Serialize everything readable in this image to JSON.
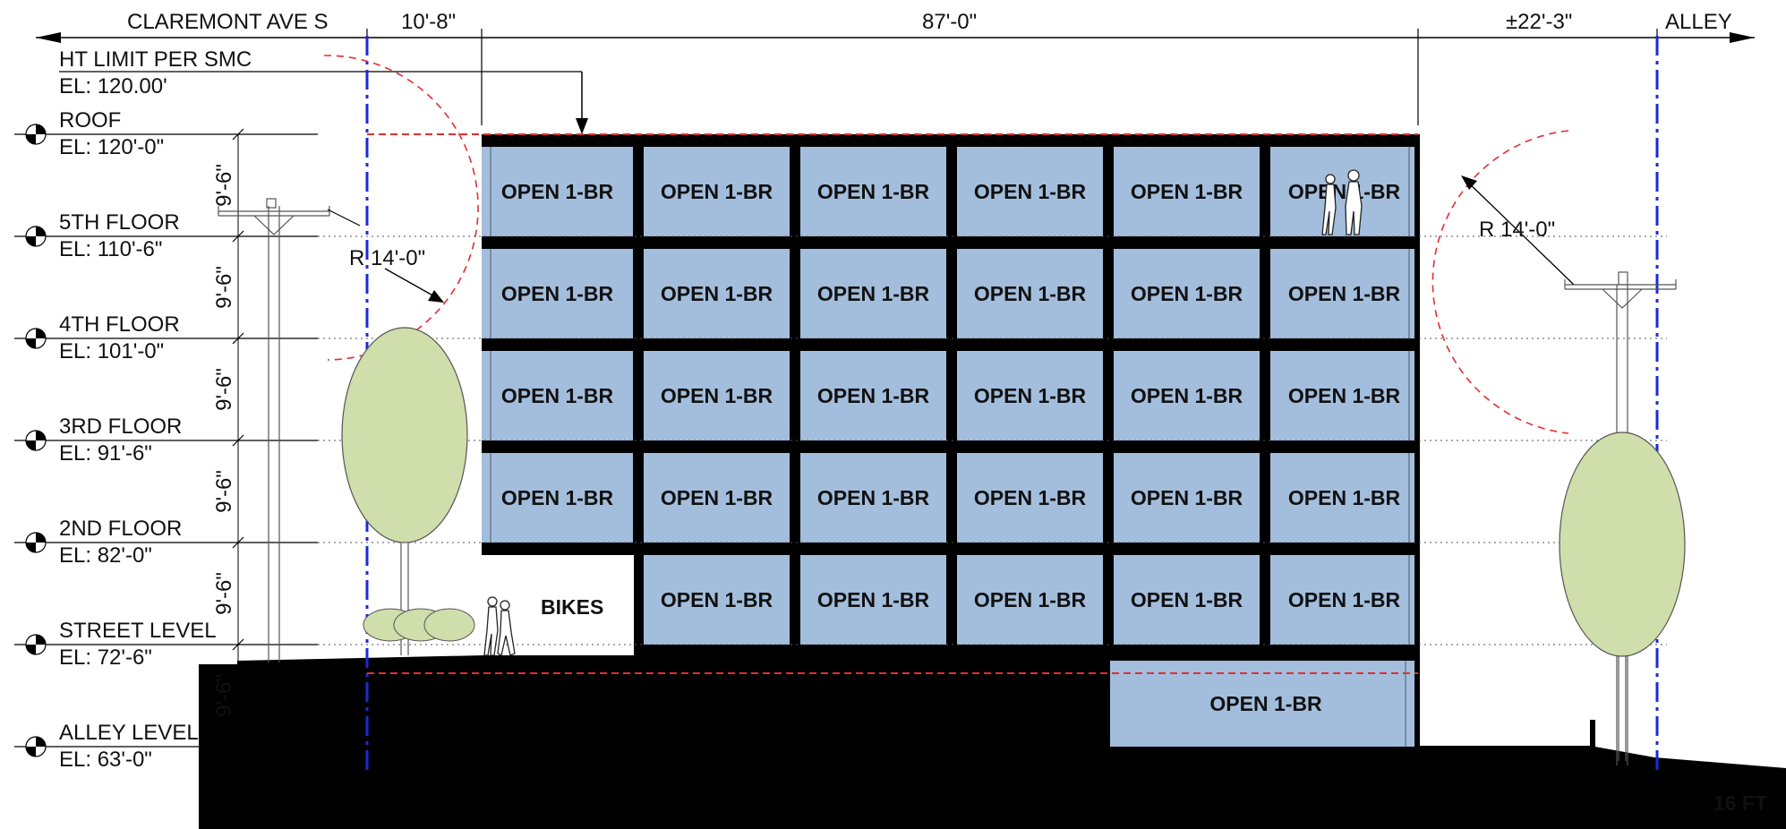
{
  "dimensions": {
    "left_street": "CLAREMONT AVE S",
    "setback_front": "10'-8\"",
    "building_width": "87'-0\"",
    "setback_rear": "±22'-3\"",
    "right_street": "ALLEY"
  },
  "height_limit": {
    "title": "HT LIMIT PER SMC",
    "elevation": "EL: 120.00'"
  },
  "levels": [
    {
      "name": "ROOF",
      "elevation": "EL: 120'-0\""
    },
    {
      "name": "5TH FLOOR",
      "elevation": "EL: 110'-6\""
    },
    {
      "name": "4TH FLOOR",
      "elevation": "EL: 101'-0\""
    },
    {
      "name": "3RD FLOOR",
      "elevation": "EL: 91'-6\""
    },
    {
      "name": "2ND FLOOR",
      "elevation": "EL: 82'-0\""
    },
    {
      "name": "STREET LEVEL",
      "elevation": "EL: 72'-6\""
    },
    {
      "name": "ALLEY LEVEL",
      "elevation": "EL: 63'-0\""
    }
  ],
  "floor_to_floor": "9'-6\"",
  "radius_left": "R 14'-0\"",
  "radius_right": "R 14'-0\"",
  "unit_label": "OPEN 1-BR",
  "bikes_label": "BIKES",
  "scale_label": "16 FT",
  "colors": {
    "unit_fill": "#a3bedd",
    "slab": "#000000",
    "tree_fill": "#cfdeaa",
    "property_line": "#1a2bd6",
    "height_line": "#e03030"
  }
}
